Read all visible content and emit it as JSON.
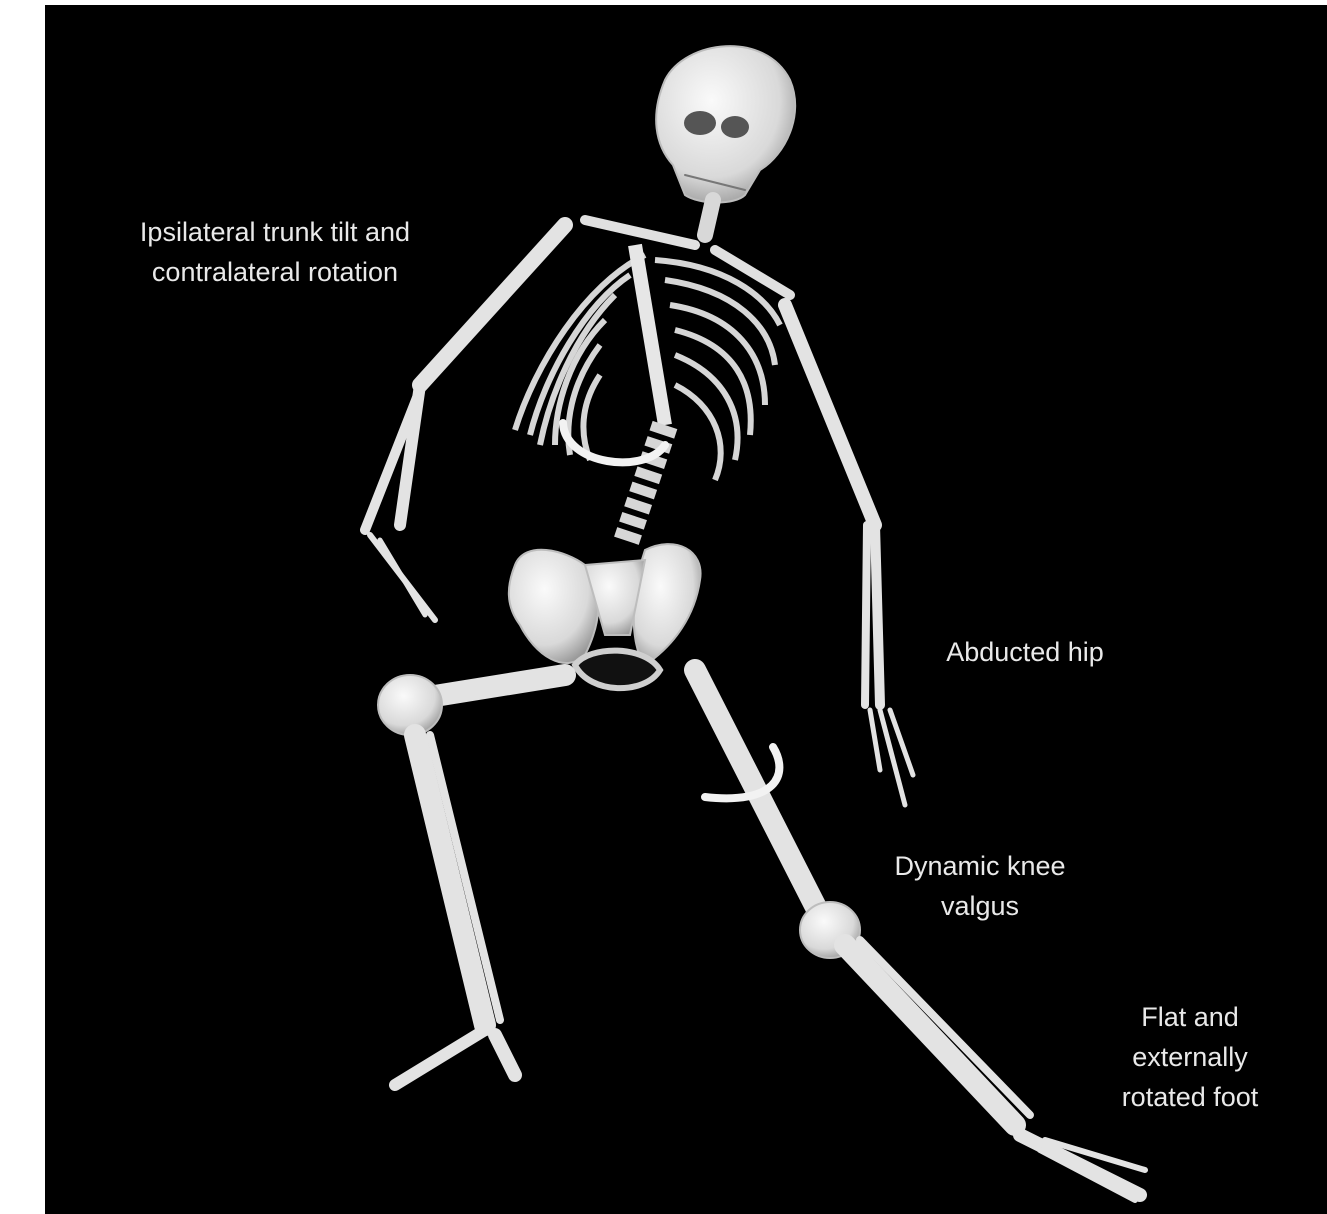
{
  "figure": {
    "background_color": "#000000",
    "bone_color": "#e6e6e6",
    "label_color": "#e9e9e9",
    "annotations": {
      "trunk": "Ipsilateral trunk tilt and\ncontralateral rotation",
      "hip": "Abducted hip",
      "knee": "Dynamic knee\nvalgus",
      "foot": "Flat and\nexternally\nrotated foot"
    },
    "illustration": "skeleton-icon",
    "rotation_markers": [
      "rotation-arrow-icon",
      "rotation-arrow-icon"
    ]
  }
}
